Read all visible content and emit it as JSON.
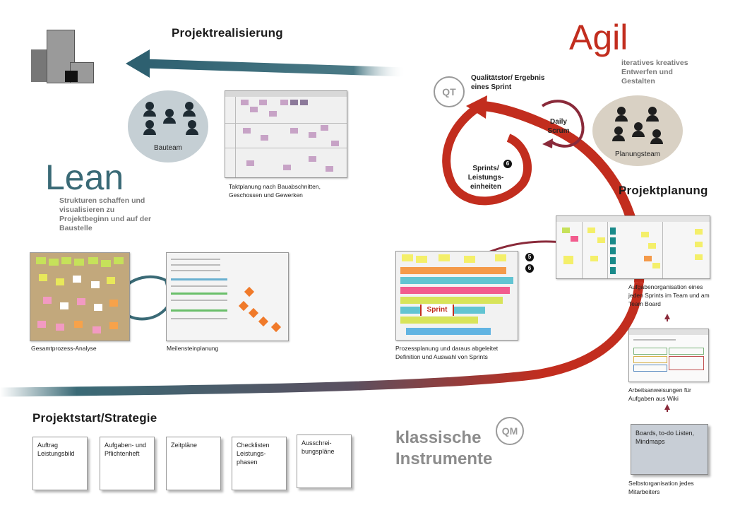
{
  "headings": {
    "realisation": "Projektrealisierung",
    "planning": "Projektplanung",
    "start": "Projektstart/Strategie"
  },
  "agil": {
    "title": "Agil",
    "description": "iteratives kreatives Entwerfen und Gestalten"
  },
  "lean": {
    "title": "Lean",
    "description": "Strukturen schaffen und visualisieren zu Projektbeginn und auf der Baustelle"
  },
  "classic": {
    "line1": "klassische",
    "line2": "Instrumente",
    "badge": "QM"
  },
  "quality_gate": {
    "badge": "QT",
    "label": "Qualitätstor/ Ergebnis eines Sprint"
  },
  "sprints": {
    "label": "Sprints/ Leistungs- einheiten",
    "number": "6"
  },
  "daily_scrum": "Daily Scrum",
  "teams": {
    "bauteam": "Bauteam",
    "planungsteam": "Planungsteam"
  },
  "images": {
    "takt": "Taktplanung nach Bauabschnitten, Geschossen und Gewerken",
    "gesamt": "Gesamtprozess-Analyse",
    "meilenstein": "Meilensteinplanung",
    "prozess": "Prozessplanung und daraus abgeleitet Definition und Auswahl von Sprints",
    "sprint_label": "Sprint",
    "taskboard": "Aufgabenorganisation eines jeden Sprints im Team und am Team Board",
    "wiki": "Arbeitsanweisungen für Aufgaben aus Wiki",
    "selforg": "Selbstorganisation jedes Mitarbeiters",
    "boards_note": "Boards, to-do Listen, Mindmaps"
  },
  "markers": {
    "five": "5",
    "six": "6"
  },
  "cards": [
    {
      "label": "Auftrag Leistungsbild"
    },
    {
      "label": "Aufgaben- und Pflichtenheft"
    },
    {
      "label": "Zeitpläne"
    },
    {
      "label": "Checklisten Leistungs- phasen"
    },
    {
      "label": "Ausschrei- bungspläne"
    }
  ],
  "colors": {
    "teal": "#3a6a76",
    "red": "#c22d1e",
    "dark_red": "#8a2a3a",
    "grey_text": "#7a7a7a",
    "team_blue": "#c5cfd4",
    "team_beige": "#d9d1c4"
  },
  "icons": [
    "building-icon",
    "person-icon",
    "arrow-left-icon",
    "arrow-up-icon"
  ]
}
